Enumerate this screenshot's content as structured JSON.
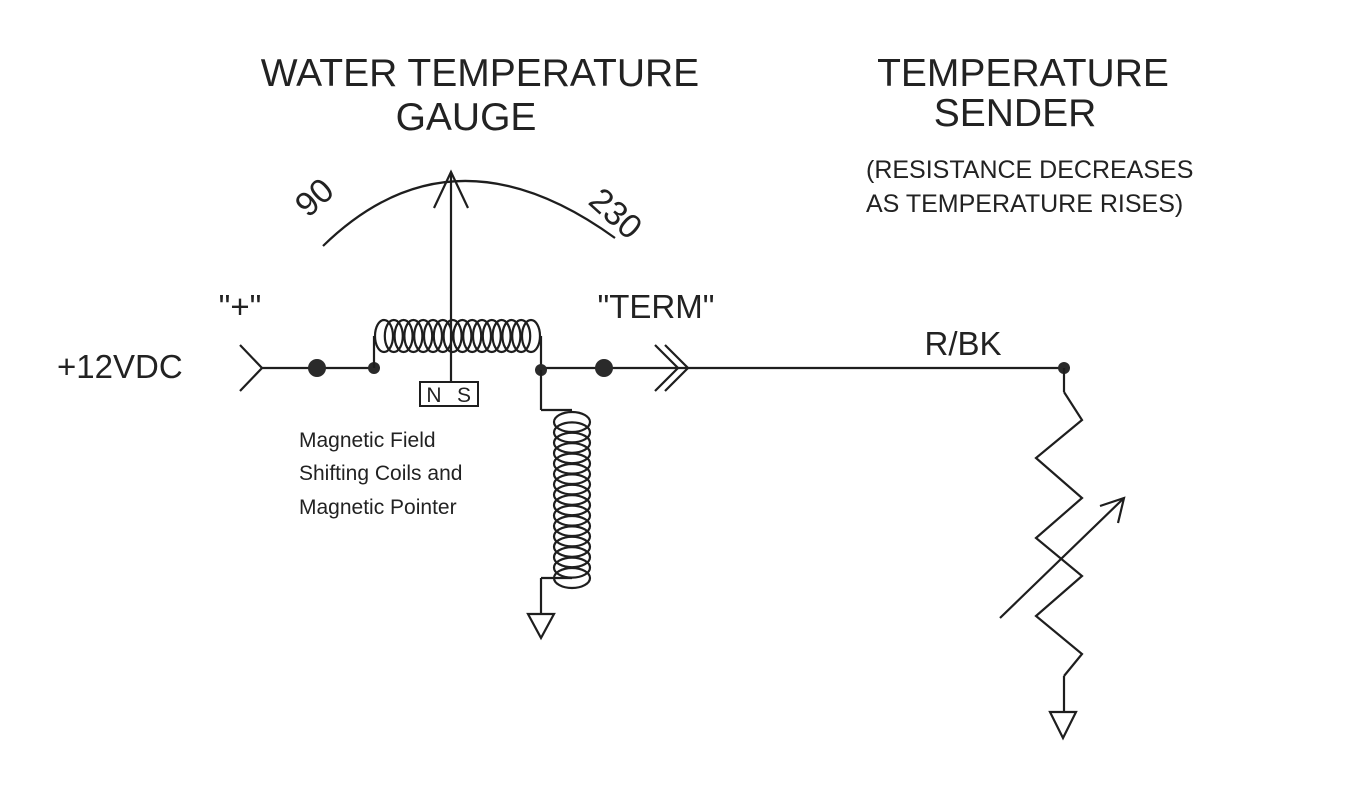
{
  "gauge": {
    "title_line1": "WATER TEMPERATURE",
    "title_line2": "GAUGE",
    "scale_low": "90",
    "scale_high": "230",
    "magnet_north": "N",
    "magnet_south": "S"
  },
  "sender": {
    "title_line1": "TEMPERATURE",
    "title_line2": "SENDER",
    "note_line1": "(RESISTANCE DECREASES",
    "note_line2": "AS TEMPERATURE RISES)"
  },
  "terminals": {
    "plus_label": "\"+\"",
    "supply_label": "+12VDC",
    "term_label": "\"TERM\""
  },
  "wire_color_label": "R/BK",
  "coil_caption": {
    "line1": "Magnetic Field",
    "line2": "Shifting Coils and",
    "line3": "Magnetic Pointer"
  }
}
